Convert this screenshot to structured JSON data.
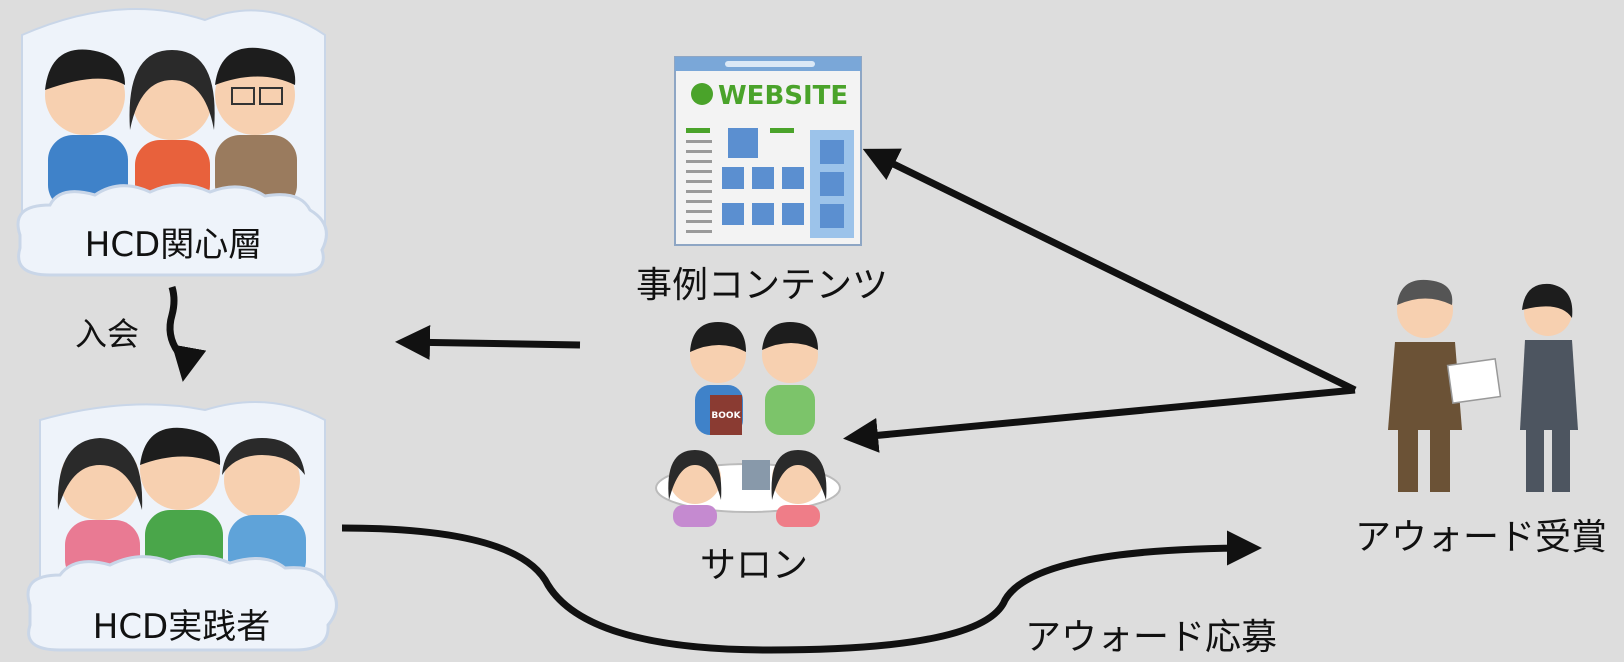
{
  "nodes": {
    "interested": {
      "label": "HCD関心層"
    },
    "practitioners": {
      "label": "HCD実践者"
    },
    "content": {
      "label": "事例コンテンツ",
      "website_logo_text": "WEBSITE"
    },
    "salon": {
      "label": "サロン",
      "book_text": "BOOK"
    },
    "award": {
      "label": "アウォード受賞"
    }
  },
  "edges": {
    "join": {
      "label": "入会"
    },
    "apply": {
      "label": "アウォード応募"
    }
  },
  "colors": {
    "background": "#dddddd",
    "cloud": "#eef3fa",
    "arrow": "#111111",
    "website_green": "#4aa32a",
    "website_blue": "#7aa7d8"
  }
}
